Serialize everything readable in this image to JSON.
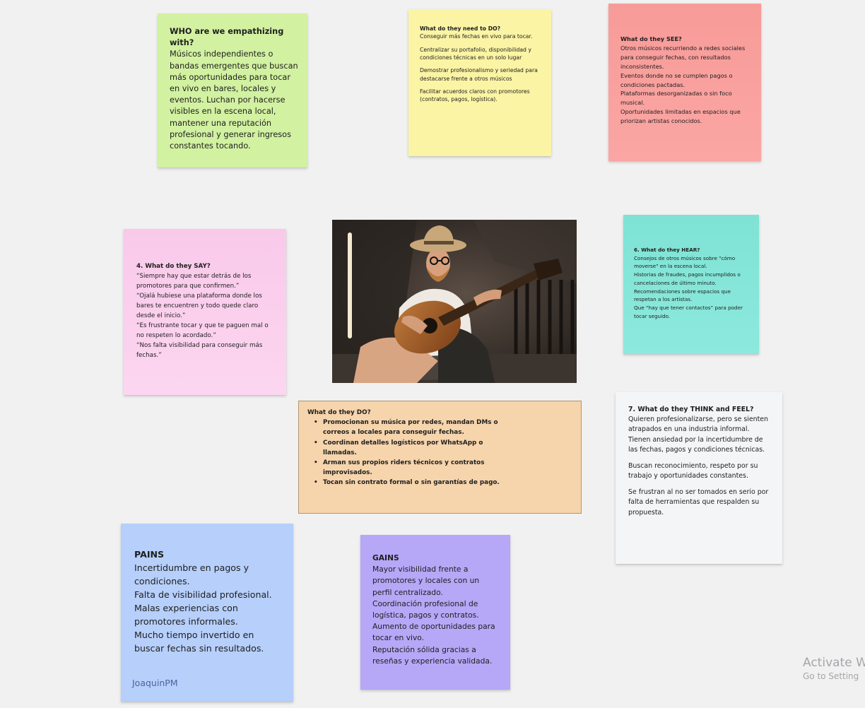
{
  "notes": {
    "who": {
      "title": "WHO are we empathizing with?",
      "body": "Músicos independientes o bandas emergentes que buscan más oportunidades para tocar en vivo en bares, locales y eventos. Luchan por hacerse visibles en la escena local, mantener una reputación profesional y generar ingresos constantes tocando."
    },
    "need_to_do": {
      "title": "What do they need to DO?",
      "paragraphs": [
        "Conseguir más fechas en vivo para tocar.",
        "Centralizar su portafolio, disponibilidad y condiciones técnicas en un solo lugar",
        "Demostrar profesionalismo y seriedad para destacarse frente a otros músicos",
        "Facilitar acuerdos claros con promotores (contratos, pagos, logística)."
      ]
    },
    "see": {
      "title": "What do they SEE?",
      "lines": [
        "Otros músicos recurriendo a redes sociales para conseguir fechas, con resultados inconsistentes.",
        "Eventos donde no se cumplen pagos o condiciones pactadas.",
        "Plataformas desorganizadas o sin foco musical.",
        "Oportunidades limitadas en espacios que priorizan artistas conocidos."
      ]
    },
    "say": {
      "title": "4. What do they SAY?",
      "lines": [
        "“Siempre hay que estar detrás de los promotores para que confirmen.”",
        "“Ojalá hubiese una plataforma donde los bares te encuentren y todo quede claro desde el inicio.”",
        "“Es frustrante tocar y que te paguen mal o no respeten lo acordado.”",
        "“Nos falta visibilidad para conseguir más fechas.”"
      ]
    },
    "hear": {
      "title": "6. What do they HEAR?",
      "lines": [
        "Consejos de otros músicos sobre \"cómo moverse\" en la escena local.",
        "Historias de fraudes, pagos incumplidos o cancelaciones de último minuto.",
        "Recomendaciones sobre espacios que respetan a los artistas.",
        "Que “hay que tener contactos” para poder tocar seguido."
      ]
    },
    "does": {
      "title": "What do they DO?",
      "bullets": [
        "Promocionan su música por redes, mandan DMs o correos a locales para conseguir fechas.",
        "Coordinan detalles logísticos por WhatsApp o llamadas.",
        "Arman sus propios riders técnicos y contratos improvisados.",
        "Tocan sin contrato formal o sin garantías de pago."
      ]
    },
    "think_feel": {
      "title": "7. What do they THINK and FEEL?",
      "lines": [
        "Quieren profesionalizarse, pero se sienten atrapados en una industria informal.",
        "Tienen ansiedad por la incertidumbre de las fechas, pagos y condiciones técnicas."
      ],
      "paragraphs": [
        "Buscan reconocimiento, respeto por su trabajo y oportunidades constantes.",
        "Se frustran al no ser tomados en serio por falta de herramientas que respalden su propuesta."
      ]
    },
    "pains": {
      "title": "PAINS",
      "lines": [
        "Incertidumbre en pagos y condiciones.",
        "Falta de visibilidad profesional.",
        "Malas experiencias con promotores informales.",
        "Mucho tiempo invertido en buscar fechas sin resultados."
      ],
      "author": "JoaquinPM"
    },
    "gains": {
      "title": "GAINS",
      "lines": [
        "Mayor visibilidad frente a promotores y locales con un perfil centralizado.",
        "Coordinación profesional de logística, pagos y contratos.",
        "Aumento de oportunidades para tocar en vivo.",
        "Reputación sólida gracias a reseñas y experiencia validada."
      ]
    }
  },
  "photo": {
    "subject": "guitarist-photo"
  },
  "watermark": {
    "line1": "Activate W",
    "line2": "Go to Setting"
  }
}
